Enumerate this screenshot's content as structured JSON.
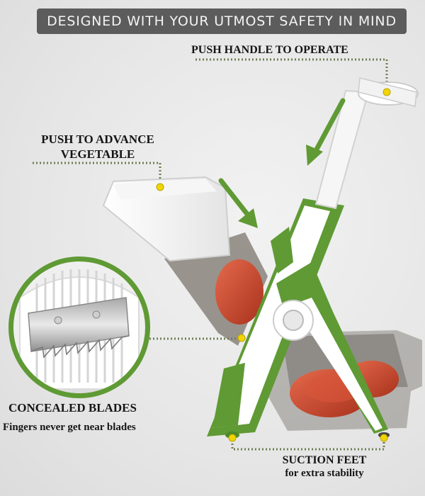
{
  "banner": {
    "text": "DESIGNED WITH YOUR UTMOST SAFETY IN MIND"
  },
  "callouts": {
    "handle": "PUSH HANDLE TO OPERATE",
    "advance_line1": "PUSH TO ADVANCE",
    "advance_line2": "VEGETABLE",
    "blades_title": "CONCEALED BLADES",
    "blades_sub": "Fingers never get near blades",
    "suction_title": "SUCTION FEET",
    "suction_sub": "for extra stability"
  },
  "colors": {
    "banner_bg": "#5c5c5c",
    "accent_green": "#5f9a34",
    "dot_yellow": "#f2d400",
    "dotted_line": "#6e7d52"
  },
  "icons": [
    "arrow-down-left-icon",
    "arrow-down-right-icon",
    "callout-dot-icon"
  ]
}
